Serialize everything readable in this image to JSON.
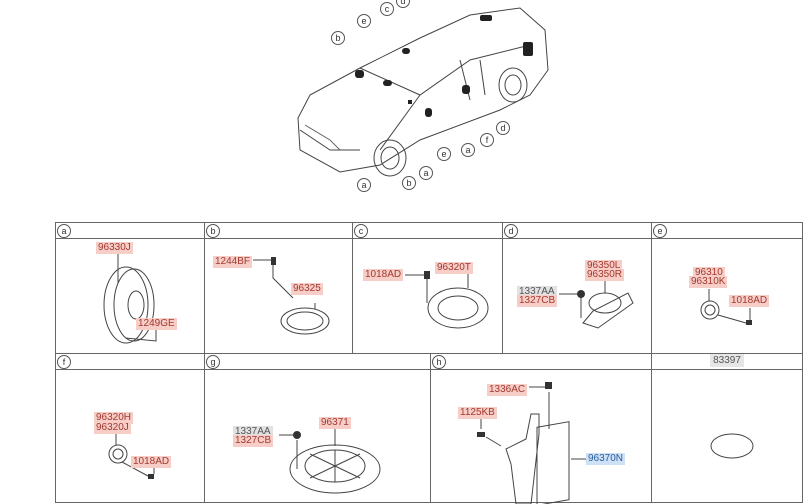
{
  "car_callouts": {
    "c": "c",
    "d": "d",
    "e": "e",
    "b": "b",
    "a": "a",
    "f": "f"
  },
  "cells": [
    {
      "letter": "a",
      "labels": [
        "96330J",
        "1249GE"
      ]
    },
    {
      "letter": "b",
      "labels": [
        "1244BF",
        "96325"
      ]
    },
    {
      "letter": "c",
      "labels": [
        "1018AD",
        "96320T"
      ]
    },
    {
      "letter": "d",
      "labels": [
        "96350L",
        "96350R",
        "1337AA",
        "1327CB"
      ]
    },
    {
      "letter": "e",
      "labels": [
        "96310",
        "96310K",
        "1018AD"
      ]
    },
    {
      "letter": "f",
      "labels": [
        "96320H",
        "96320J",
        "1018AD"
      ]
    },
    {
      "letter": "g",
      "labels": [
        "1337AA",
        "1327CB",
        "96371"
      ]
    },
    {
      "letter": "h",
      "labels": [
        "1336AC",
        "1125KB",
        "96370N"
      ]
    },
    {
      "header": "83397"
    }
  ],
  "colors": {
    "label_bg": "#f6cdc7",
    "label_text": "#a33a30",
    "highlight_bg": "#cfe1f6"
  }
}
